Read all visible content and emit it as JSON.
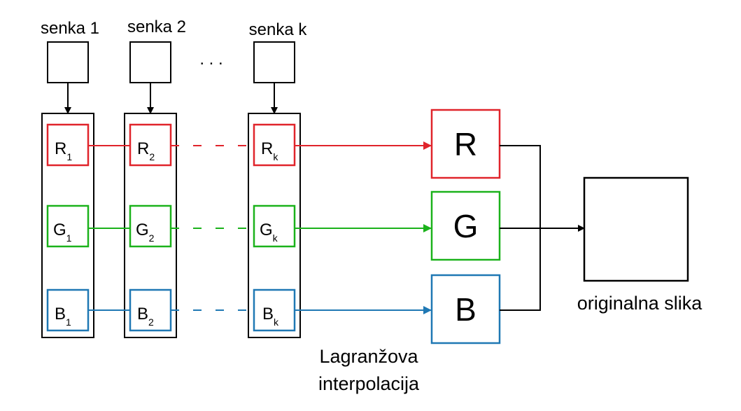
{
  "shares": [
    {
      "label": "senka 1",
      "r": "R",
      "r_sub": "1",
      "g": "G",
      "g_sub": "1",
      "b": "B",
      "b_sub": "1"
    },
    {
      "label": "senka 2",
      "r": "R",
      "r_sub": "2",
      "g": "G",
      "g_sub": "2",
      "b": "B",
      "b_sub": "2"
    },
    {
      "label": "senka k",
      "r": "R",
      "r_sub": "k",
      "g": "G",
      "g_sub": "k",
      "b": "B",
      "b_sub": "k"
    }
  ],
  "ellipsis": ". . .",
  "channels": {
    "r": "R",
    "g": "G",
    "b": "B"
  },
  "interpolation_label": [
    "Lagranžova",
    "interpolacija"
  ],
  "output_label": "originalna slika",
  "colors": {
    "red": "#e0242b",
    "green": "#1bb21b",
    "blue": "#1f78b4",
    "black": "#000000"
  }
}
